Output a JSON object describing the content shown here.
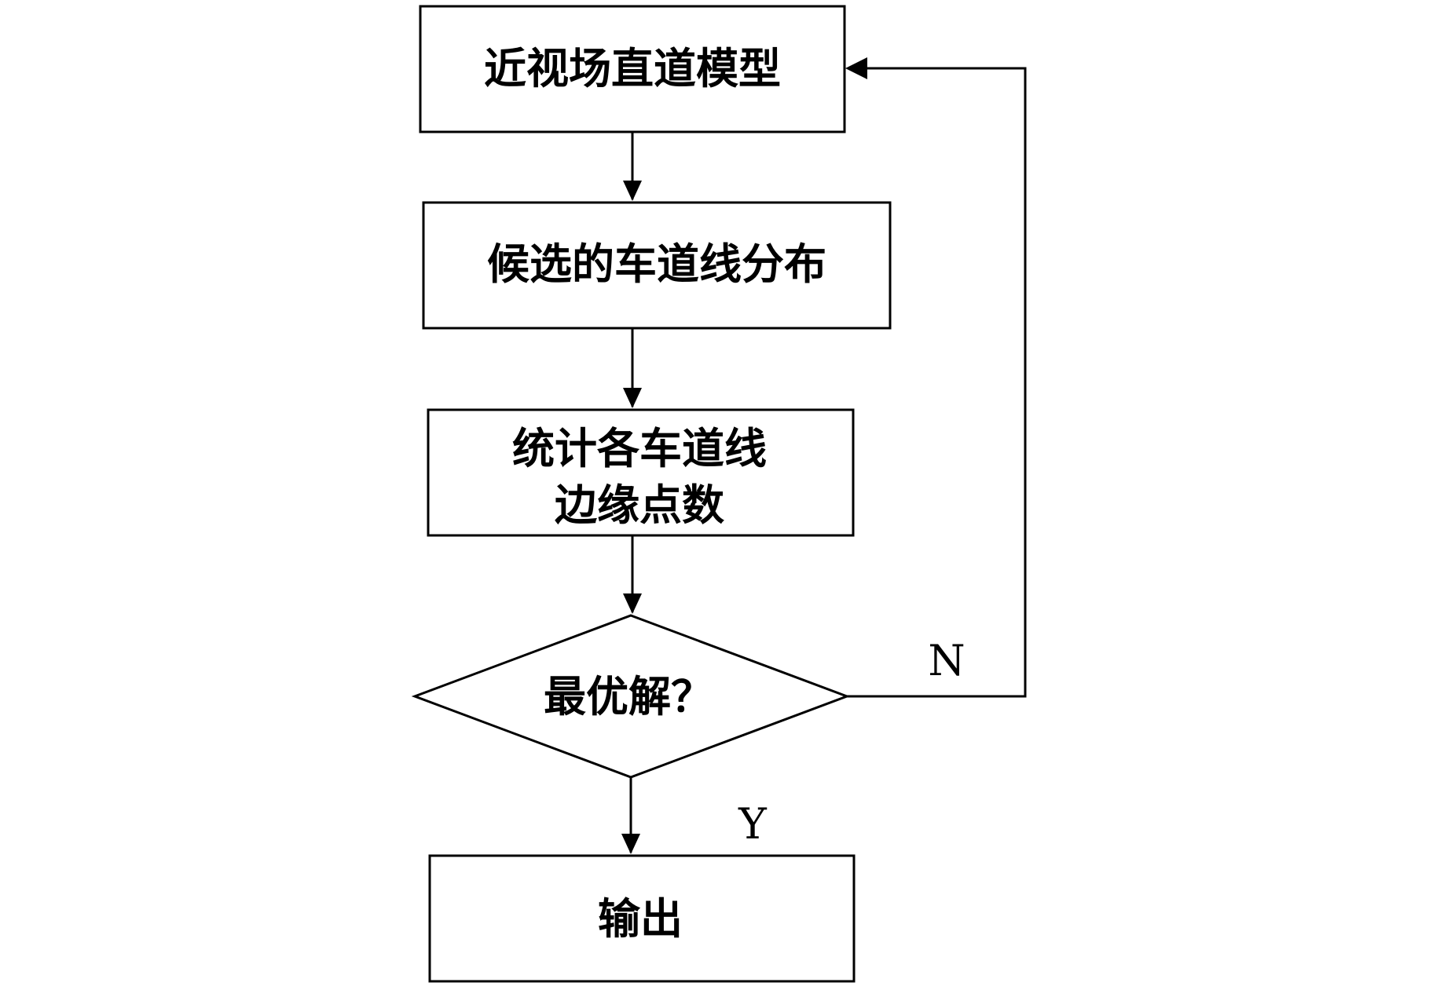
{
  "flowchart": {
    "nodes": {
      "near_field_model": {
        "text": "近视场直道模型"
      },
      "candidate_lanes": {
        "text": "候选的车道线分布"
      },
      "count_edges": {
        "line1": "统计各车道线",
        "line2": "边缘点数"
      },
      "optimal_decision": {
        "text": "最优解？"
      },
      "output": {
        "text": "输出"
      }
    },
    "branches": {
      "no": "N",
      "yes": "Y"
    },
    "edges": [
      {
        "from": "near_field_model",
        "to": "candidate_lanes"
      },
      {
        "from": "candidate_lanes",
        "to": "count_edges"
      },
      {
        "from": "count_edges",
        "to": "optimal_decision"
      },
      {
        "from": "optimal_decision",
        "to": "output",
        "label": "Y"
      },
      {
        "from": "optimal_decision",
        "to": "near_field_model",
        "label": "N"
      }
    ]
  }
}
